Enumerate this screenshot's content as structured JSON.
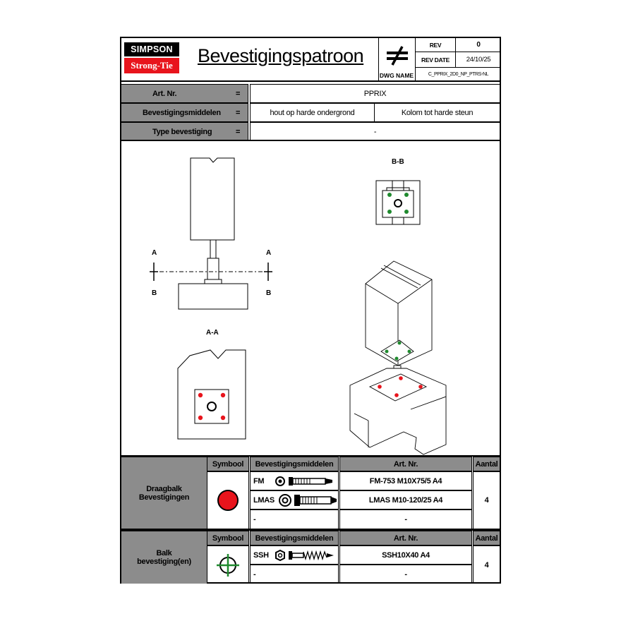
{
  "header": {
    "logo_top": "SIMPSON",
    "logo_bottom": "Strong-Tie",
    "title": "Bevestigingspatroon",
    "rev_label": "REV",
    "rev_value": "0",
    "rev_date_label": "REV DATE",
    "rev_date_value": "24/10/25",
    "dwg_name_label": "DWG NAME",
    "dwg_name_value": "C_PPRIX_2D0_NP_PTRS-NL"
  },
  "info": {
    "art_nr_label": "Art. Nr.",
    "art_nr_value": "PPRIX",
    "middelen_label": "Bevestigingsmiddelen",
    "middelen_value_1": "hout op harde ondergrond",
    "middelen_value_2": "Kolom tot harde steun",
    "type_label": "Type bevestiging",
    "type_value": "-",
    "equals": "="
  },
  "drawing": {
    "section_a_left": "A",
    "section_a_right": "A",
    "section_b_left": "B",
    "section_b_right": "B",
    "view_bb": "B-B",
    "view_aa": "A-A"
  },
  "table1": {
    "group": "Draagbalk\nBevestigingen",
    "col_symbool": "Symbool",
    "col_middelen": "Bevestigingsmiddelen",
    "col_artnr": "Art. Nr.",
    "col_aantal": "Aantal",
    "rows": [
      {
        "type": "FM",
        "artnr": "FM-753 M10X75/5 A4"
      },
      {
        "type": "LMAS",
        "artnr": "LMAS M10-120/25 A4"
      },
      {
        "type": "-",
        "artnr": "-"
      }
    ],
    "aantal": "4",
    "symbol_color": "#e8141c"
  },
  "table2": {
    "group": "Balk\nbevestiging(en)",
    "col_symbool": "Symbool",
    "col_middelen": "Bevestigingsmiddelen",
    "col_artnr": "Art. Nr.",
    "col_aantal": "Aantal",
    "rows": [
      {
        "type": "SSH",
        "artnr": "SSH10X40 A4"
      },
      {
        "type": "-",
        "artnr": "-"
      }
    ],
    "aantal": "4",
    "symbol_color": "#1f8a2e"
  }
}
